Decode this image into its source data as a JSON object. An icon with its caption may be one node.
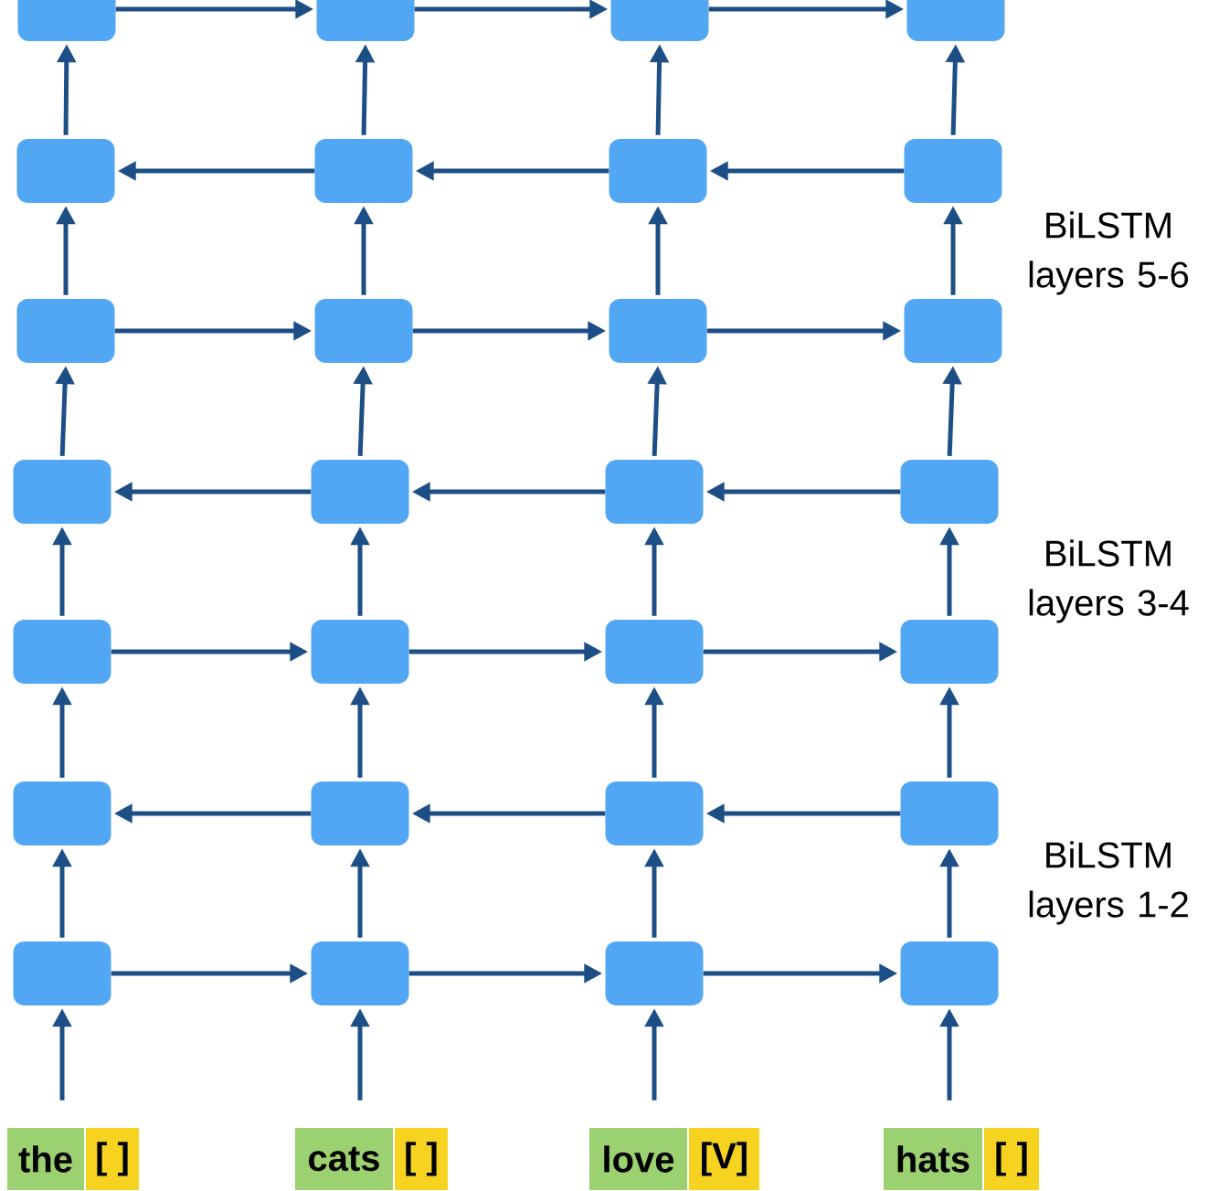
{
  "diagram": {
    "nodes": [
      {
        "text": [],
        "shape": "box"
      },
      {
        "text": [],
        "shape": "box"
      },
      {
        "text": [],
        "shape": "box"
      },
      {
        "text": [],
        "shape": "box"
      },
      {
        "text": [],
        "shape": "box"
      },
      {
        "text": [],
        "shape": "box"
      },
      {
        "text": [],
        "shape": "box"
      },
      {
        "text": [],
        "shape": "box"
      },
      {
        "text": [],
        "shape": "box"
      },
      {
        "text": [],
        "shape": "box"
      },
      {
        "text": [],
        "shape": "box"
      },
      {
        "text": [],
        "shape": "box"
      },
      {
        "text": [],
        "shape": "box"
      },
      {
        "text": [],
        "shape": "box"
      },
      {
        "text": [],
        "shape": "box"
      },
      {
        "text": [],
        "shape": "box"
      },
      {
        "text": [],
        "shape": "box"
      },
      {
        "text": [],
        "shape": "box"
      },
      {
        "text": [],
        "shape": "box"
      },
      {
        "text": [],
        "shape": "box"
      },
      {
        "text": [],
        "shape": "box"
      },
      {
        "text": [],
        "shape": "box"
      },
      {
        "text": [],
        "shape": "box"
      },
      {
        "text": [],
        "shape": "box"
      },
      {
        "text": [],
        "shape": "box"
      },
      {
        "text": [],
        "shape": "box"
      },
      {
        "text": [],
        "shape": "box"
      },
      {
        "text": [],
        "shape": "box"
      },
      {
        "text": [
          "the"
        ]
      },
      {
        "text": [
          "[ ]"
        ]
      },
      {
        "text": [
          "cats"
        ]
      },
      {
        "text": [
          "[ ]"
        ]
      },
      {
        "text": [
          "love"
        ]
      },
      {
        "text": [
          "[V]"
        ]
      },
      {
        "text": [
          "hats"
        ]
      },
      {
        "text": [
          "[ ]"
        ]
      }
    ],
    "edges": [
      {
        "from": 0,
        "to": 1,
        "arrow": "to"
      },
      {
        "from": 1,
        "to": 2,
        "arrow": "to"
      },
      {
        "from": 2,
        "to": 3,
        "arrow": "to"
      },
      {
        "from": 4,
        "to": 0,
        "arrow": "to"
      },
      {
        "from": 5,
        "to": 1,
        "arrow": "to"
      },
      {
        "from": 6,
        "to": 2,
        "arrow": "to"
      },
      {
        "from": 7,
        "to": 3,
        "arrow": "to"
      },
      {
        "from": 7,
        "to": 6,
        "arrow": "to"
      },
      {
        "from": 6,
        "to": 5,
        "arrow": "to"
      },
      {
        "from": 5,
        "to": 4,
        "arrow": "to"
      },
      {
        "from": 8,
        "to": 4,
        "arrow": "to"
      },
      {
        "from": 9,
        "to": 5,
        "arrow": "to"
      },
      {
        "from": 10,
        "to": 6,
        "arrow": "to"
      },
      {
        "from": 11,
        "to": 7,
        "arrow": "to"
      },
      {
        "from": 8,
        "to": 9,
        "arrow": "to"
      },
      {
        "from": 9,
        "to": 10,
        "arrow": "to"
      },
      {
        "from": 10,
        "to": 11,
        "arrow": "to"
      },
      {
        "from": 12,
        "to": 8,
        "arrow": "to"
      },
      {
        "from": 13,
        "to": 9,
        "arrow": "to"
      },
      {
        "from": 14,
        "to": 10,
        "arrow": "to"
      },
      {
        "from": 15,
        "to": 11,
        "arrow": "to"
      },
      {
        "from": 15,
        "to": 14,
        "arrow": "to"
      },
      {
        "from": 14,
        "to": 13,
        "arrow": "to"
      },
      {
        "from": 13,
        "to": 12,
        "arrow": "to"
      },
      {
        "from": 16,
        "to": 12,
        "arrow": "to"
      },
      {
        "from": 17,
        "to": 13,
        "arrow": "to"
      },
      {
        "from": 18,
        "to": 14,
        "arrow": "to"
      },
      {
        "from": 19,
        "to": 15,
        "arrow": "to"
      },
      {
        "from": 16,
        "to": 17,
        "arrow": "to"
      },
      {
        "from": 17,
        "to": 18,
        "arrow": "to"
      },
      {
        "from": 18,
        "to": 19,
        "arrow": "to"
      },
      {
        "from": 20,
        "to": 16,
        "arrow": "to"
      },
      {
        "from": 21,
        "to": 17,
        "arrow": "to"
      },
      {
        "from": 22,
        "to": 18,
        "arrow": "to"
      },
      {
        "from": 23,
        "to": 19,
        "arrow": "to"
      },
      {
        "from": 23,
        "to": 22,
        "arrow": "to"
      },
      {
        "from": 22,
        "to": 21,
        "arrow": "to"
      },
      {
        "from": 21,
        "to": 20,
        "arrow": "to"
      },
      {
        "from": 24,
        "to": 20,
        "arrow": "to"
      },
      {
        "from": 25,
        "to": 21,
        "arrow": "to"
      },
      {
        "from": 26,
        "to": 22,
        "arrow": "to"
      },
      {
        "from": 27,
        "to": 23,
        "arrow": "to"
      },
      {
        "from": 24,
        "to": 25,
        "arrow": "to"
      },
      {
        "from": 25,
        "to": 26,
        "arrow": "to"
      },
      {
        "from": 26,
        "to": 27,
        "arrow": "to"
      },
      {
        "from": 28,
        "to": 24,
        "arrow": "to"
      },
      {
        "from": 30,
        "to": 25,
        "arrow": "to"
      },
      {
        "from": 32,
        "to": 26,
        "arrow": "to"
      },
      {
        "from": 34,
        "to": 27,
        "arrow": "to"
      }
    ],
    "labels": [
      "BiLSTM layers 5-6",
      "BiLSTM layers 3-4",
      "BiLSTM layers 1-2"
    ]
  }
}
